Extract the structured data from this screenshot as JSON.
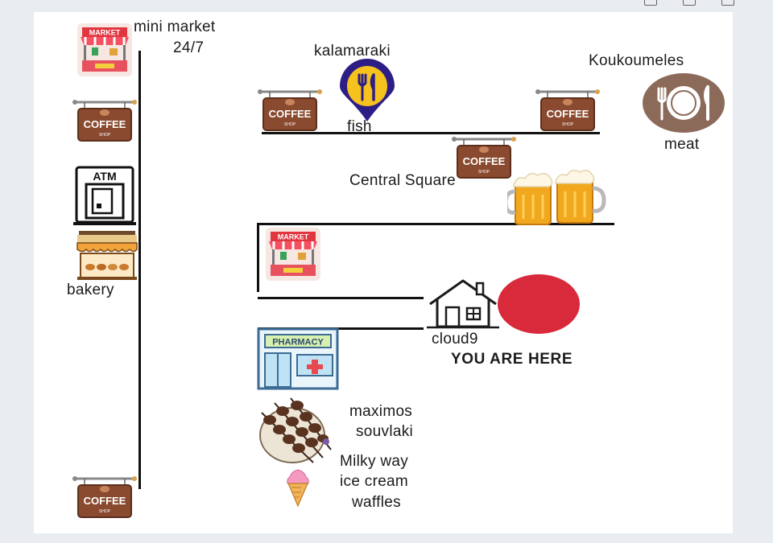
{
  "places": {
    "mini_market": {
      "line1": "mini market",
      "line2": "24/7"
    },
    "bakery": "bakery",
    "kalamaraki": "kalamaraki",
    "fish": "fish",
    "koukoumeles": "Koukoumeles",
    "meat": "meat",
    "central_square": "Central Square",
    "cloud9": "cloud9",
    "you_are_here": "YOU ARE HERE",
    "maximos": {
      "line1": "maximos",
      "line2": "souvlaki"
    },
    "milky_way": {
      "line1": "Milky way",
      "line2": "ice cream",
      "line3": "waffles"
    }
  },
  "icons": {
    "market_sign": "MARKET",
    "coffee_sign": "COFFEE",
    "coffee_sub": "SHOP",
    "atm_sign": "ATM",
    "pharmacy_sign": "PHARMACY"
  },
  "colors": {
    "you_are_here_marker": "#d92a3c",
    "pin": "#2d1e86",
    "coffee_board": "#8a4a2f"
  }
}
